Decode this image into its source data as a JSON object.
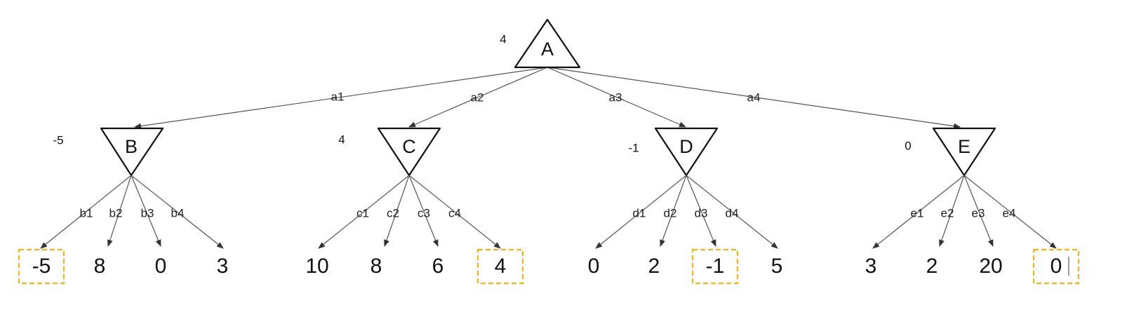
{
  "tree": {
    "root": {
      "label": "A",
      "value": "4"
    },
    "children": [
      {
        "edge": "a1",
        "label": "B",
        "value": "-5",
        "leaf_edges": [
          "b1",
          "b2",
          "b3",
          "b4"
        ],
        "leaves": [
          "-5",
          "8",
          "0",
          "3"
        ],
        "highlighted": 0
      },
      {
        "edge": "a2",
        "label": "C",
        "value": "4",
        "leaf_edges": [
          "c1",
          "c2",
          "c3",
          "c4"
        ],
        "leaves": [
          "10",
          "8",
          "6",
          "4"
        ],
        "highlighted": 3
      },
      {
        "edge": "a3",
        "label": "D",
        "value": "-1",
        "leaf_edges": [
          "d1",
          "d2",
          "d3",
          "d4"
        ],
        "leaves": [
          "0",
          "2",
          "-1",
          "5"
        ],
        "highlighted": 2
      },
      {
        "edge": "a4",
        "label": "E",
        "value": "0",
        "leaf_edges": [
          "e1",
          "e2",
          "e3",
          "e4"
        ],
        "leaves": [
          "3",
          "2",
          "20",
          "0"
        ],
        "highlighted": 3
      }
    ]
  },
  "colors": {
    "highlight": "#f2b21a",
    "line": "#555555",
    "node_stroke": "#111111"
  }
}
